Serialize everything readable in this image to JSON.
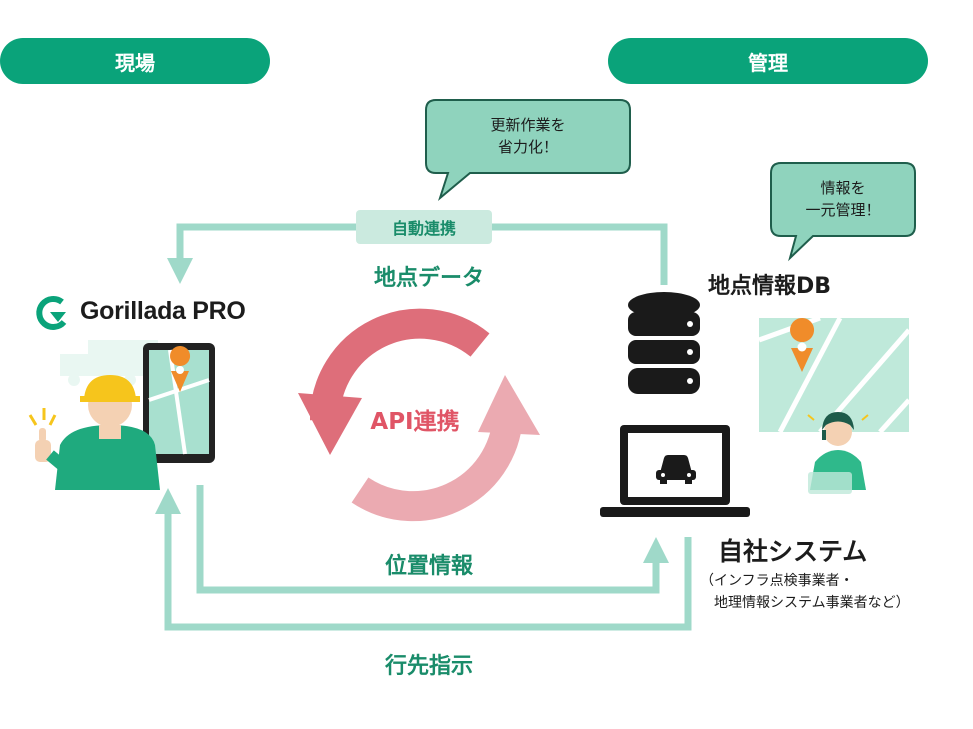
{
  "header": {
    "left_label": "現場",
    "right_label": "管理"
  },
  "bubbles": {
    "update": [
      "更新作業を",
      "省力化！"
    ],
    "centralize": [
      "情報を",
      "一元管理！"
    ]
  },
  "flows": {
    "auto_link_tag": "自動連携",
    "point_data": "地点データ",
    "location_info": "位置情報",
    "destination": "行先指示",
    "api_link": "API連携"
  },
  "left": {
    "logo_text": "Gorillada PRO"
  },
  "right": {
    "db_label": "地点情報DB",
    "system_label": "自社システム",
    "system_note": [
      "（インフラ点検事業者・",
      "地理情報システム事業者など）"
    ]
  },
  "colors": {
    "pill": "#0aa37a",
    "arrow": "#9fd9c9",
    "bubble_fill": "#8fd3bd",
    "bubble_stroke": "#1f5e4c",
    "label_green": "#1a8c6a",
    "api_red": "#e05566",
    "cycle_dark": "#de6e7a",
    "cycle_light": "#ebaab1"
  }
}
